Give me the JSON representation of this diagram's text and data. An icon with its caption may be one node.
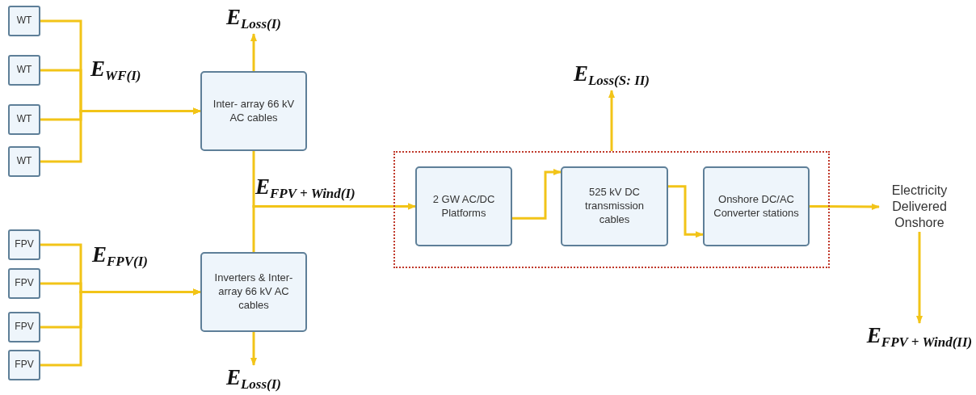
{
  "diagram": {
    "nodes": [
      {
        "text": [
          "WT"
        ]
      },
      {
        "text": [
          "WT"
        ]
      },
      {
        "text": [
          "WT"
        ]
      },
      {
        "text": [
          "WT"
        ]
      },
      {
        "text": [
          "FPV"
        ]
      },
      {
        "text": [
          "FPV"
        ]
      },
      {
        "text": [
          "FPV"
        ]
      },
      {
        "text": [
          "FPV"
        ]
      },
      {
        "text": [
          "Inter- array 66 kV AC cables"
        ]
      },
      {
        "text": [
          "Inverters & Inter-array 66 kV AC cables"
        ]
      },
      {
        "text": [
          "E$_{Loss(I)}$"
        ]
      },
      {
        "text": [
          "E$_{Loss(I)}$"
        ]
      },
      {
        "text": [],
        "shape": "box"
      },
      {
        "text": [
          "2 GW AC/DC Platforms"
        ],
        "in": 12
      },
      {
        "text": [
          "525 kV DC transmission cables"
        ],
        "in": 12
      },
      {
        "text": [
          "Onshore DC/AC Converter stations"
        ],
        "in": 12
      },
      {
        "text": [
          "E$_{Loss(S: II)}$"
        ]
      },
      {
        "text": [
          "Electricity Delivered Onshore"
        ]
      },
      {
        "text": [
          "E$_{FPV + Wind(II)}$"
        ]
      }
    ],
    "edges": [
      {
        "from": 0,
        "to": 8,
        "arrow": "to",
        "label": "E$_{WF(I)}$"
      },
      {
        "from": 1,
        "to": 8,
        "arrow": "to"
      },
      {
        "from": 2,
        "to": 8,
        "arrow": "to"
      },
      {
        "from": 3,
        "to": 8,
        "arrow": "to"
      },
      {
        "from": 4,
        "to": 9,
        "arrow": "to",
        "label": "E$_{FPV(I)}$"
      },
      {
        "from": 5,
        "to": 9,
        "arrow": "to"
      },
      {
        "from": 6,
        "to": 9,
        "arrow": "to"
      },
      {
        "from": 7,
        "to": 9,
        "arrow": "to"
      },
      {
        "from": 8,
        "to": 13,
        "arrow": "to",
        "label": "E$_{FPV + Wind(I)}$"
      },
      {
        "from": 9,
        "to": 13,
        "arrow": "to"
      },
      {
        "from": 8,
        "to": 10,
        "arrow": "to"
      },
      {
        "from": 9,
        "to": 11,
        "arrow": "to"
      },
      {
        "from": 13,
        "to": 14,
        "arrow": "to"
      },
      {
        "from": 14,
        "to": 15,
        "arrow": "to"
      },
      {
        "from": 12,
        "to": 16,
        "arrow": "to"
      },
      {
        "from": 15,
        "to": 17,
        "arrow": "to"
      },
      {
        "from": 17,
        "to": 18,
        "arrow": "to"
      }
    ]
  }
}
